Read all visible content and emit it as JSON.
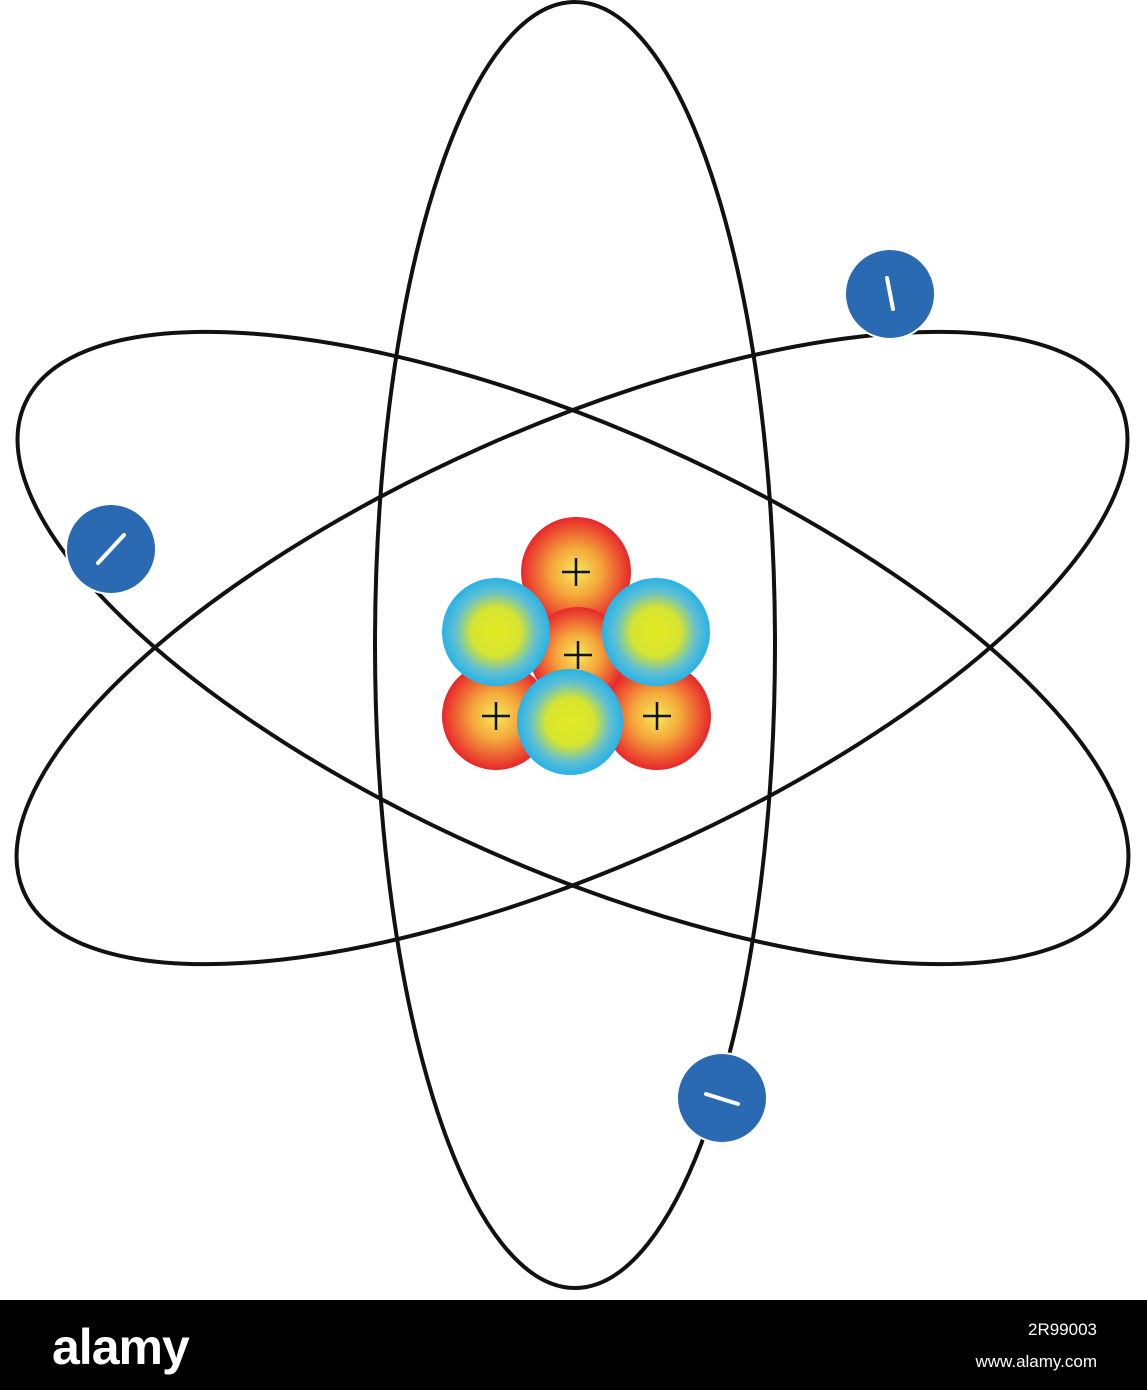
{
  "diagram": {
    "colors": {
      "orbit": "#111111",
      "electron": "#2a6ab3",
      "electron_mark": "#ffffff",
      "proton_outer": "#e8262b",
      "proton_inner": "#f5e55b",
      "neutron_outer": "#2db7e6",
      "neutron_inner": "#e0e82a",
      "charge_mark": "#111111"
    },
    "electron_count": 3,
    "proton_count": 4,
    "neutron_count": 3,
    "proton_symbol": "+",
    "electron_symbol": "−"
  },
  "footer": {
    "brand": "alamy",
    "image_id": "2R99003",
    "site": "www.alamy.com"
  }
}
